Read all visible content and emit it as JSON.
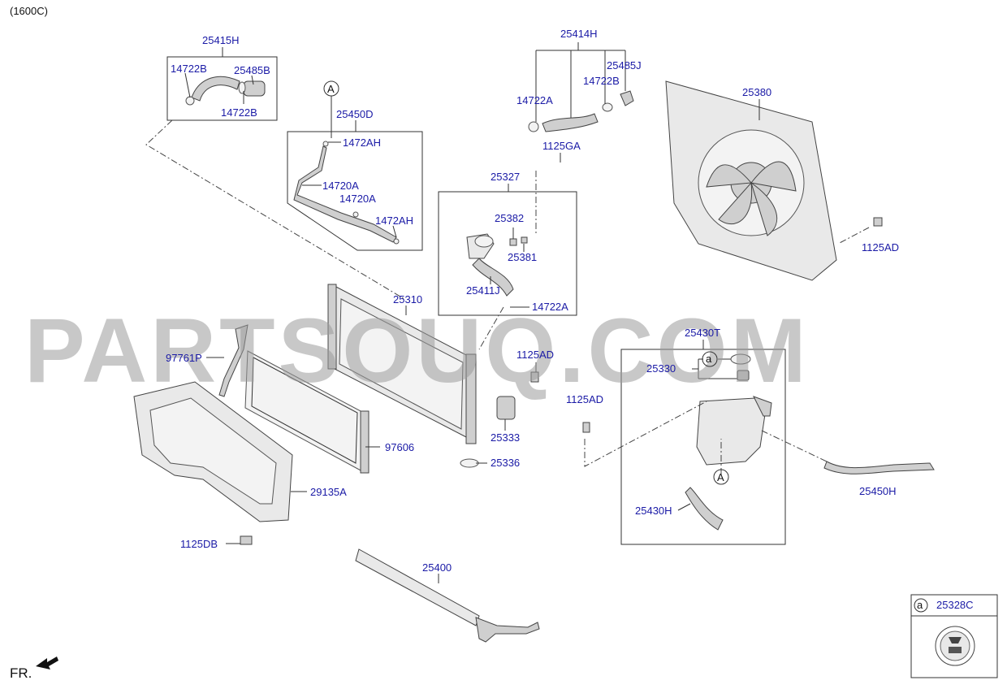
{
  "engine_label": "(1600C)",
  "watermark": "PARTSOUQ.COM",
  "direction_label": "FR.",
  "legend": {
    "marker": "a",
    "part": "25328C"
  },
  "callouts": {
    "a_circle": "a",
    "A_circle_top": "A",
    "A_circle_bottom": "A"
  },
  "parts": {
    "p25415H": "25415H",
    "p14722B_left": "14722B",
    "p25485B": "25485B",
    "p14722B_bottom": "14722B",
    "p25450D": "25450D",
    "p1472AH_top": "1472AH",
    "p14720A_1": "14720A",
    "p14720A_2": "14720A",
    "p1472AH_bottom": "1472AH",
    "p25414H": "25414H",
    "p25485J": "25485J",
    "p14722B_right": "14722B",
    "p14722A_top": "14722A",
    "p1125GA": "1125GA",
    "p25327": "25327",
    "p25382": "25382",
    "p25381": "25381",
    "p25411J": "25411J",
    "p14722A_mid": "14722A",
    "p25380": "25380",
    "p1125AD_right": "1125AD",
    "p25310": "25310",
    "p97761P": "97761P",
    "p1125AD_mid": "1125AD",
    "p25430T": "25430T",
    "p25330": "25330",
    "p1125AD_lower": "1125AD",
    "p25333": "25333",
    "p97606": "97606",
    "p25336": "25336",
    "p29135A": "29135A",
    "p25450H": "25450H",
    "p25430H": "25430H",
    "p1125DB": "1125DB",
    "p25400": "25400"
  }
}
